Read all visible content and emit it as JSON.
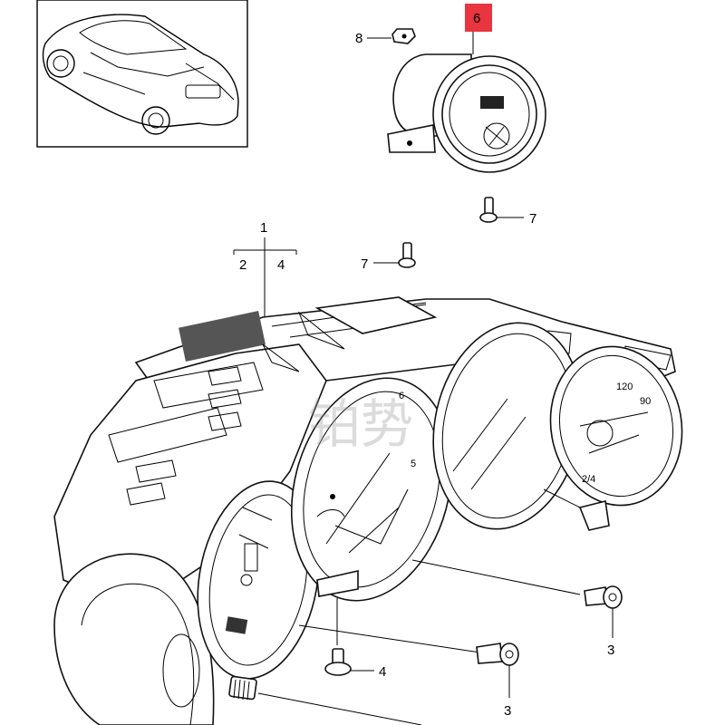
{
  "diagram": {
    "callouts": {
      "part_1": "1",
      "part_2": "2",
      "part_4_top": "4",
      "part_3_a": "3",
      "part_3_b": "3",
      "part_4_bottom": "4",
      "part_6": "6",
      "part_7_a": "7",
      "part_7_b": "7",
      "part_8": "8"
    },
    "gauge_labels": {
      "tach_120": "120",
      "tach_90": "90",
      "fuel_24": "2/4",
      "rpm_6": "6",
      "rpm_5": "5"
    },
    "highlight_color": "#e8353f",
    "watermark": "铂势"
  }
}
